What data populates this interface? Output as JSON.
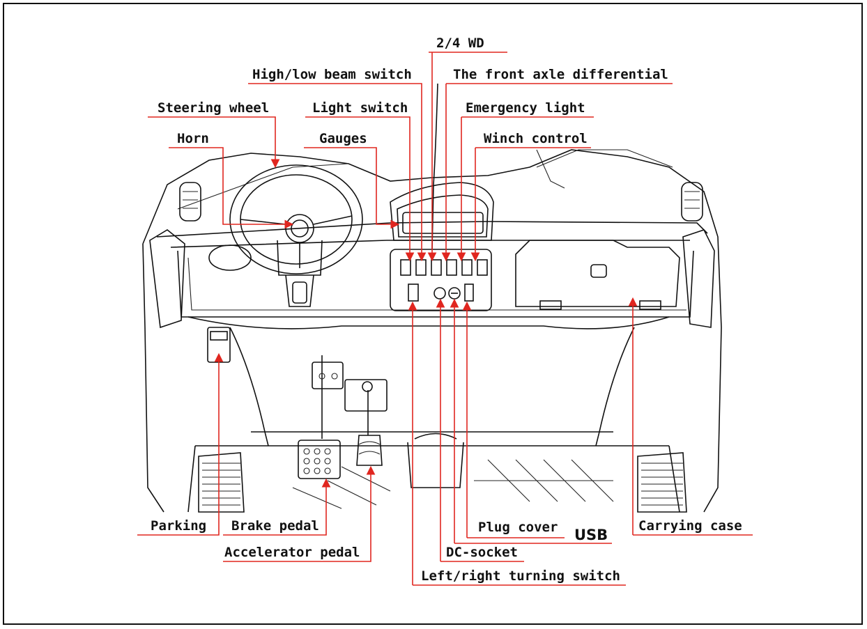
{
  "labels": {
    "two_four_wd": "2/4 WD",
    "high_low_beam": "High/low beam switch",
    "front_axle_diff": "The front axle differential",
    "steering_wheel": "Steering wheel",
    "light_switch": "Light switch",
    "emergency_light": "Emergency light",
    "horn": "Horn",
    "gauges": "Gauges",
    "winch_control": "Winch control",
    "parking": "Parking",
    "brake_pedal": "Brake pedal",
    "accelerator_pedal": "Accelerator pedal",
    "plug_cover": "Plug cover",
    "usb": "USB",
    "carrying_case": "Carrying case",
    "dc_socket": "DC-socket",
    "left_right_turning": "Left/right turning switch"
  },
  "colors": {
    "leader": "#e0261f",
    "drawing": "#111111",
    "background": "#ffffff"
  }
}
